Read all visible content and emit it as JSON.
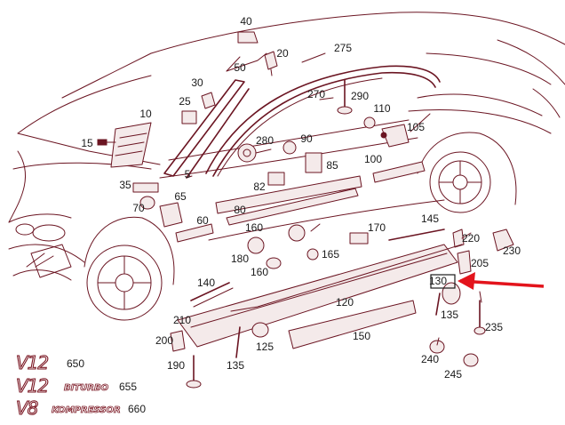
{
  "labels": [
    {
      "id": "40",
      "text": "40"
    },
    {
      "id": "20",
      "text": "20"
    },
    {
      "id": "50",
      "text": "50"
    },
    {
      "id": "275",
      "text": "275"
    },
    {
      "id": "30",
      "text": "30"
    },
    {
      "id": "25",
      "text": "25"
    },
    {
      "id": "270",
      "text": "270"
    },
    {
      "id": "290",
      "text": "290"
    },
    {
      "id": "10",
      "text": "10"
    },
    {
      "id": "110",
      "text": "110"
    },
    {
      "id": "105",
      "text": "105"
    },
    {
      "id": "15",
      "text": "15"
    },
    {
      "id": "280",
      "text": "280"
    },
    {
      "id": "90",
      "text": "90"
    },
    {
      "id": "85",
      "text": "85"
    },
    {
      "id": "100",
      "text": "100"
    },
    {
      "id": "5",
      "text": "5"
    },
    {
      "id": "35",
      "text": "35"
    },
    {
      "id": "82",
      "text": "82"
    },
    {
      "id": "65",
      "text": "65"
    },
    {
      "id": "70",
      "text": "70"
    },
    {
      "id": "80",
      "text": "80"
    },
    {
      "id": "60",
      "text": "60"
    },
    {
      "id": "170",
      "text": "170"
    },
    {
      "id": "145",
      "text": "145"
    },
    {
      "id": "220",
      "text": "220"
    },
    {
      "id": "230",
      "text": "230"
    },
    {
      "id": "160a",
      "text": "160"
    },
    {
      "id": "180",
      "text": "180"
    },
    {
      "id": "160b",
      "text": "160"
    },
    {
      "id": "165",
      "text": "165"
    },
    {
      "id": "205",
      "text": "205"
    },
    {
      "id": "140",
      "text": "140"
    },
    {
      "id": "130",
      "text": "130"
    },
    {
      "id": "120",
      "text": "120"
    },
    {
      "id": "135a",
      "text": "135"
    },
    {
      "id": "235",
      "text": "235"
    },
    {
      "id": "210",
      "text": "210"
    },
    {
      "id": "150",
      "text": "150"
    },
    {
      "id": "200",
      "text": "200"
    },
    {
      "id": "125",
      "text": "125"
    },
    {
      "id": "240",
      "text": "240"
    },
    {
      "id": "190",
      "text": "190"
    },
    {
      "id": "135b",
      "text": "135"
    },
    {
      "id": "245",
      "text": "245"
    }
  ],
  "badges": [
    {
      "model": "V12",
      "suffix": "",
      "number": "650"
    },
    {
      "model": "V12",
      "suffix": "BITURBO",
      "number": "655"
    },
    {
      "model": "V8",
      "suffix": "KOMPRESSOR",
      "number": "660"
    }
  ],
  "colors": {
    "line": "#6b1522",
    "arrow": "#e3141c",
    "text": "#1a1a1a"
  }
}
